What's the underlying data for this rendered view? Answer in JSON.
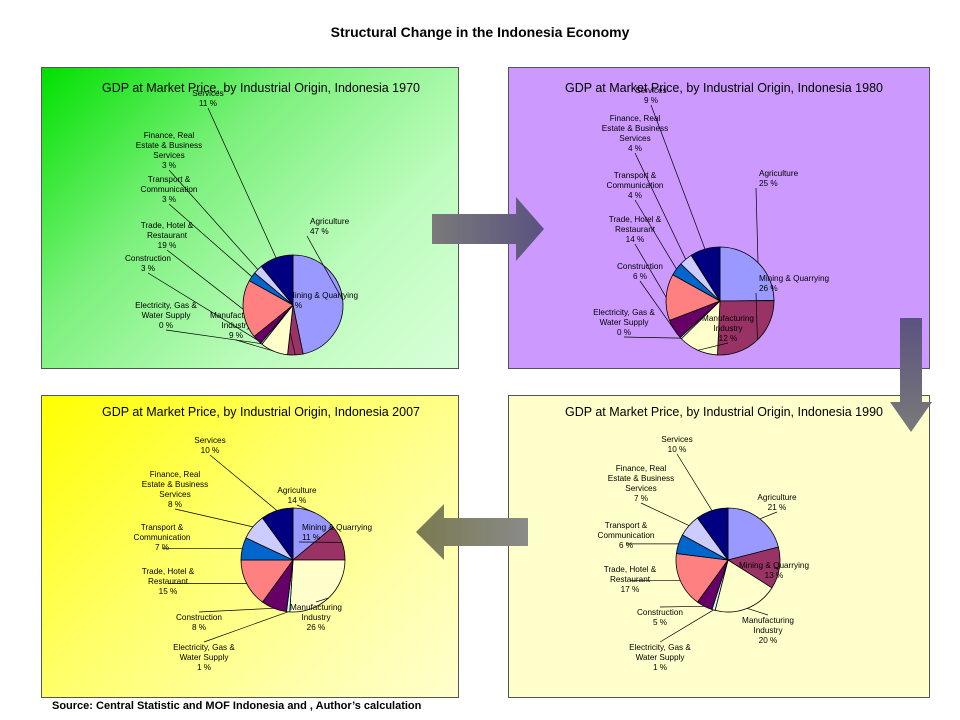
{
  "page_title": "Structural Change in the Indonesia Economy",
  "source": "Source: Central Statistic and MOF  Indonesia and , Author’s calculation",
  "colors": {
    "agriculture": "#9999ff",
    "mining": "#993366",
    "manufacturing": "#ffffcc",
    "electricity": "#ccffff",
    "construction": "#660066",
    "trade": "#ff8080",
    "transport": "#0066cc",
    "finance": "#ccccff",
    "services": "#000080",
    "arrow": "#5a5280"
  },
  "chart_data": [
    {
      "type": "pie",
      "title": "GDP at Market Price, by Industrial Origin, Indonesia 1970",
      "slices": [
        {
          "label": [
            "Agriculture"
          ],
          "pct": "47 %",
          "value": 47
        },
        {
          "label": [
            "Mining & Quarrying"
          ],
          "pct": "5 %",
          "value": 5
        },
        {
          "label": [
            "Manufacturing",
            "Industry"
          ],
          "pct": "9 %",
          "value": 9
        },
        {
          "label": [
            "Electricity, Gas &",
            "Water Supply"
          ],
          "pct": "0 %",
          "value": 0.5
        },
        {
          "label": [
            "Construction"
          ],
          "pct": "3 %",
          "value": 3
        },
        {
          "label": [
            "Trade, Hotel &",
            "Restaurant"
          ],
          "pct": "19 %",
          "value": 19
        },
        {
          "label": [
            "Transport &",
            "Communication"
          ],
          "pct": "3 %",
          "value": 3
        },
        {
          "label": [
            "Finance, Real",
            "Estate & Business",
            "Services"
          ],
          "pct": "3 %",
          "value": 3
        },
        {
          "label": [
            "Services"
          ],
          "pct": "11 %",
          "value": 11
        }
      ]
    },
    {
      "type": "pie",
      "title": "GDP at Market Price, by Industrial Origin, Indonesia 1980",
      "slices": [
        {
          "label": [
            "Agriculture"
          ],
          "pct": "25 %",
          "value": 25
        },
        {
          "label": [
            "Mining & Quarrying"
          ],
          "pct": "26 %",
          "value": 26
        },
        {
          "label": [
            "Manufacturing",
            "Industry"
          ],
          "pct": "12 %",
          "value": 12
        },
        {
          "label": [
            "Electricity, Gas &",
            "Water Supply"
          ],
          "pct": "0 %",
          "value": 0.5
        },
        {
          "label": [
            "Construction"
          ],
          "pct": "6 %",
          "value": 6
        },
        {
          "label": [
            "Trade, Hotel &",
            "Restaurant"
          ],
          "pct": "14 %",
          "value": 14
        },
        {
          "label": [
            "Transport &",
            "Communication"
          ],
          "pct": "4 %",
          "value": 4
        },
        {
          "label": [
            "Finance, Real",
            "Estate & Business",
            "Services"
          ],
          "pct": "4 %",
          "value": 4
        },
        {
          "label": [
            "Services"
          ],
          "pct": "9 %",
          "value": 9
        }
      ]
    },
    {
      "type": "pie",
      "title": "GDP at Market Price, by Industrial Origin, Indonesia 2007",
      "slices": [
        {
          "label": [
            "Agriculture"
          ],
          "pct": "14 %",
          "value": 14
        },
        {
          "label": [
            "Mining & Quarrying"
          ],
          "pct": "11 %",
          "value": 11
        },
        {
          "label": [
            "Manufacturing",
            "Industry"
          ],
          "pct": "26 %",
          "value": 26
        },
        {
          "label": [
            "Electricity, Gas &",
            "Water Supply"
          ],
          "pct": "1 %",
          "value": 1
        },
        {
          "label": [
            "Construction"
          ],
          "pct": "8 %",
          "value": 8
        },
        {
          "label": [
            "Trade, Hotel &",
            "Restaurant"
          ],
          "pct": "15 %",
          "value": 15
        },
        {
          "label": [
            "Transport &",
            "Communication"
          ],
          "pct": "7 %",
          "value": 7
        },
        {
          "label": [
            "Finance, Real",
            "Estate & Business",
            "Services"
          ],
          "pct": "8 %",
          "value": 8
        },
        {
          "label": [
            "Services"
          ],
          "pct": "10 %",
          "value": 10
        }
      ]
    },
    {
      "type": "pie",
      "title": "GDP at Market Price, by Industrial Origin, Indonesia 1990",
      "slices": [
        {
          "label": [
            "Agriculture"
          ],
          "pct": "21 %",
          "value": 21
        },
        {
          "label": [
            "Mining & Quarrying"
          ],
          "pct": "13 %",
          "value": 13
        },
        {
          "label": [
            "Manufacturing",
            "Industry"
          ],
          "pct": "20 %",
          "value": 20
        },
        {
          "label": [
            "Electricity, Gas &",
            "Water Supply"
          ],
          "pct": "1 %",
          "value": 1
        },
        {
          "label": [
            "Construction"
          ],
          "pct": "5 %",
          "value": 5
        },
        {
          "label": [
            "Trade, Hotel &",
            "Restaurant"
          ],
          "pct": "17 %",
          "value": 17
        },
        {
          "label": [
            "Transport &",
            "Communication"
          ],
          "pct": "6 %",
          "value": 6
        },
        {
          "label": [
            "Finance, Real",
            "Estate & Business",
            "Services"
          ],
          "pct": "7 %",
          "value": 7
        },
        {
          "label": [
            "Services"
          ],
          "pct": "10 %",
          "value": 10
        }
      ]
    }
  ]
}
